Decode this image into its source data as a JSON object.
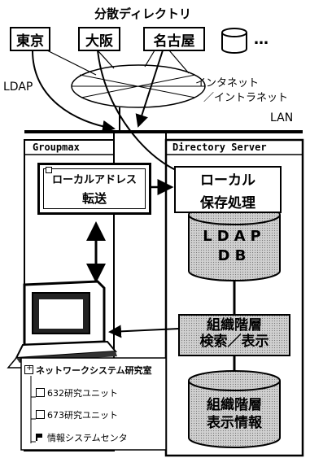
{
  "header": {
    "dir_label": "分散ディレクトリ"
  },
  "cities": [
    "東京",
    "大阪",
    "名古屋"
  ],
  "ellipsis": "…",
  "network": {
    "ldap": "LDAP",
    "internet_line1": "インタネット",
    "internet_line2": "／イントラネット",
    "lan": "LAN"
  },
  "groupmax": {
    "title": "Groupmax",
    "transfer_line1": "ローカルアドレス",
    "transfer_line2": "転送"
  },
  "directory_server": {
    "title": "Directory Server",
    "local_line1": "ローカル",
    "local_line2": "保存処理",
    "db_line1": "LDAP",
    "db_line2": "DB",
    "search_line1": "組織階層",
    "search_line2": "検索／表示",
    "info_line1": "組織階層",
    "info_line2": "表示情報"
  },
  "tree": {
    "items": [
      "ネットワークシステム研究室",
      "632研究ユニット",
      "673研究ユニット",
      "情報システムセンタ"
    ]
  }
}
